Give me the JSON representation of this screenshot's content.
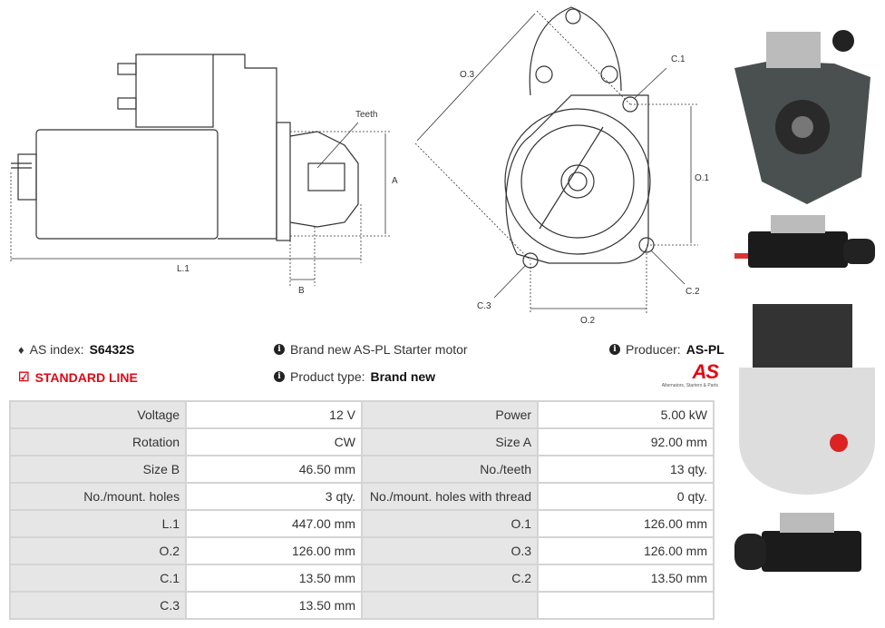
{
  "drawing": {
    "labels": {
      "teeth": "Teeth",
      "a": "A",
      "b": "B",
      "l1": "L.1",
      "o1": "O.1",
      "o2": "O.2",
      "o3": "O.3",
      "c1": "C.1",
      "c2": "C.2",
      "c3": "C.3"
    }
  },
  "info": {
    "as_index_label": "AS index:",
    "as_index_value": "S6432S",
    "standard_line": "STANDARD LINE",
    "description": "Brand new AS-PL Starter motor",
    "product_type_label": "Product type:",
    "product_type_value": "Brand new",
    "producer_label": "Producer:",
    "producer_value": "AS-PL",
    "logo_text": "AS",
    "logo_tagline": "Alternators, Starters & Parts"
  },
  "colors": {
    "accent": "#e30613",
    "border": "#d4d4d4",
    "label_bg": "#e6e6e6"
  },
  "specs": [
    [
      {
        "label": "Voltage",
        "value": "12 V"
      },
      {
        "label": "Power",
        "value": "5.00 kW"
      }
    ],
    [
      {
        "label": "Rotation",
        "value": "CW"
      },
      {
        "label": "Size A",
        "value": "92.00 mm"
      }
    ],
    [
      {
        "label": "Size B",
        "value": "46.50 mm"
      },
      {
        "label": "No./teeth",
        "value": "13 qty."
      }
    ],
    [
      {
        "label": "No./mount. holes",
        "value": "3 qty."
      },
      {
        "label": "No./mount. holes with thread",
        "value": "0 qty."
      }
    ],
    [
      {
        "label": "L.1",
        "value": "447.00 mm"
      },
      {
        "label": "O.1",
        "value": "126.00 mm"
      }
    ],
    [
      {
        "label": "O.2",
        "value": "126.00 mm"
      },
      {
        "label": "O.3",
        "value": "126.00 mm"
      }
    ],
    [
      {
        "label": "C.1",
        "value": "13.50 mm"
      },
      {
        "label": "C.2",
        "value": "13.50 mm"
      }
    ],
    [
      {
        "label": "C.3",
        "value": "13.50 mm"
      },
      {
        "label": "",
        "value": ""
      }
    ]
  ]
}
